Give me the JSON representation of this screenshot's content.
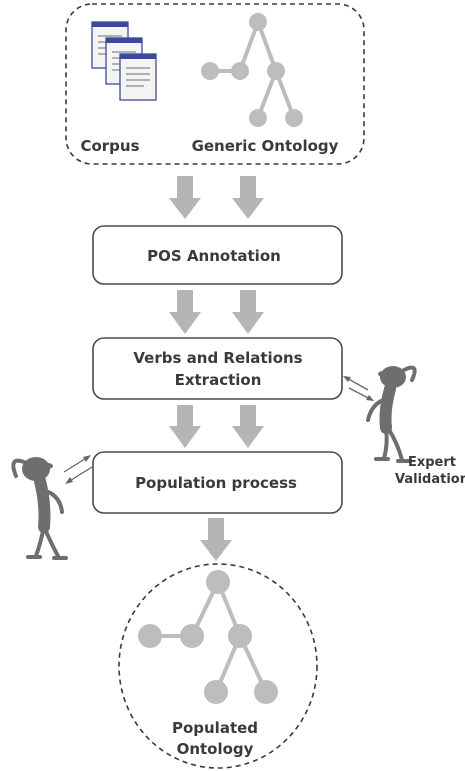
{
  "top_group": {
    "corpus_label": "Corpus",
    "ontology_label": "Generic Ontology"
  },
  "steps": [
    {
      "line1": "POS Annotation",
      "line2": ""
    },
    {
      "line1": "Verbs and Relations",
      "line2": "Extraction"
    },
    {
      "line1": "Population process",
      "line2": ""
    }
  ],
  "expert": {
    "line1": "Expert",
    "line2": "Validation"
  },
  "bottom_group": {
    "line1": "Populated",
    "line2": "Ontology"
  },
  "colors": {
    "arrow": "#b5b5b5",
    "node": "#bdbdbd",
    "figure": "#6e6e6e",
    "text": "#3a3a3a"
  }
}
